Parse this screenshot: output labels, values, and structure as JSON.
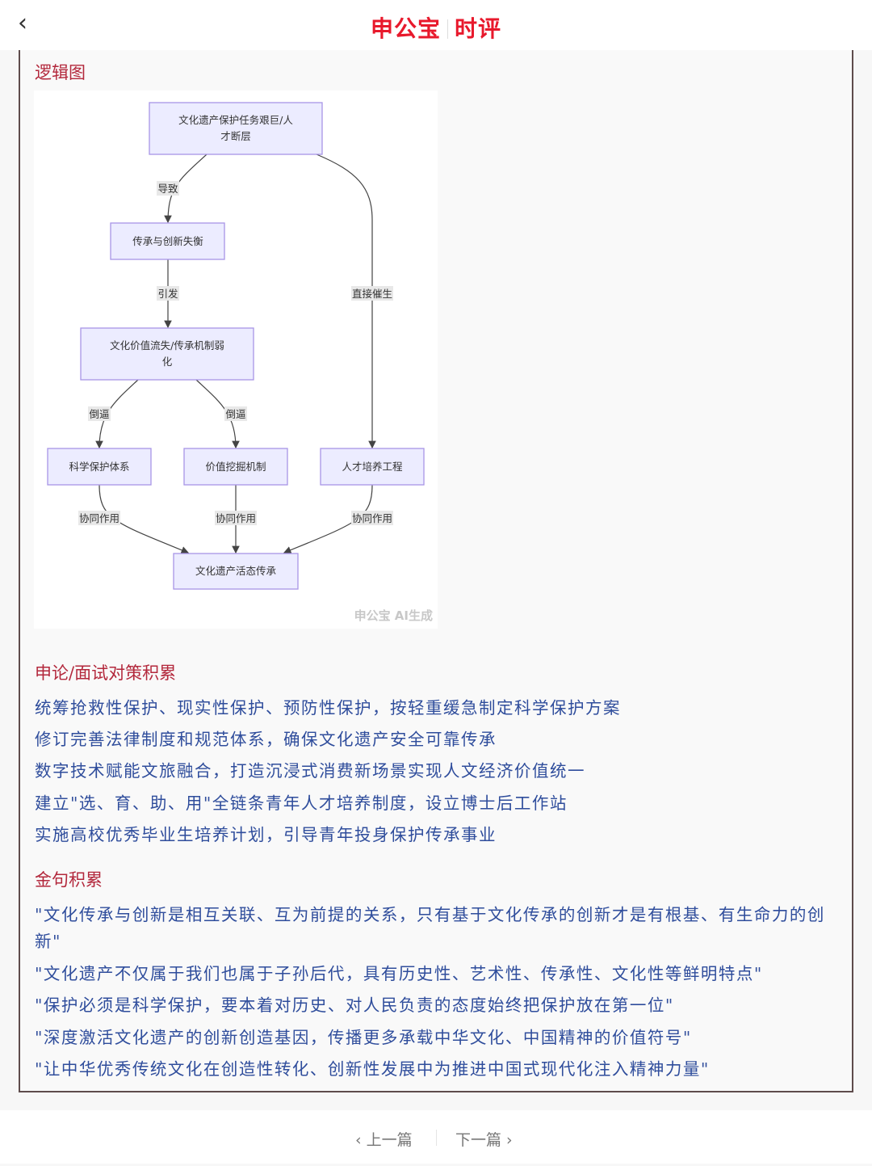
{
  "header": {
    "back_icon": "chevron-left-icon",
    "brand_name": "申公宝",
    "brand_section": "时评",
    "brand_color": "#e8192c"
  },
  "sections": {
    "logic_title": "逻辑图",
    "diagram": {
      "nodes": [
        "文化遗产保护任务艰巨/人",
        "才断层",
        "传承与创新失衡",
        "文化价值流失/传承机制弱",
        "化",
        "科学保护体系",
        "价值挖掘机制",
        "人才培养工程",
        "文化遗产活态传承"
      ],
      "edge_labels": [
        "导致",
        "引发",
        "直接催生",
        "倒逼",
        "倒逼",
        "协同作用",
        "协同作用",
        "协同作用"
      ],
      "watermark": "申公宝 AI生成"
    },
    "strategy_title": "申论/面试对策积累",
    "strategies": [
      "统筹抢救性保护、现实性保护、预防性保护，按轻重缓急制定科学保护方案",
      "修订完善法律制度和规范体系，确保文化遗产安全可靠传承",
      "数字技术赋能文旅融合，打造沉浸式消费新场景实现人文经济价值统一",
      "建立\"选、育、助、用\"全链条青年人才培养制度，设立博士后工作站",
      "实施高校优秀毕业生培养计划，引导青年投身保护传承事业"
    ],
    "quotes_title": "金句积累",
    "quotes": [
      "\"文化传承与创新是相互关联、互为前提的关系，只有基于文化传承的创新才是有根基、有生命力的创",
      "新\"",
      "\"文化遗产不仅属于我们也属于子孙后代，具有历史性、艺术性、传承性、文化性等鲜明特点\"",
      "\"保护必须是科学保护，要本着对历史、对人民负责的态度始终把保护放在第一位\"",
      "\"深度激活文化遗产的创新创造基因，传播更多承载中华文化、中国精神的价值符号\"",
      "\"让中华优秀传统文化在创造性转化、创新性发展中为推进中国式现代化注入精神力量\""
    ]
  },
  "footer": {
    "prev_label": "上一篇",
    "next_label": "下一篇"
  }
}
